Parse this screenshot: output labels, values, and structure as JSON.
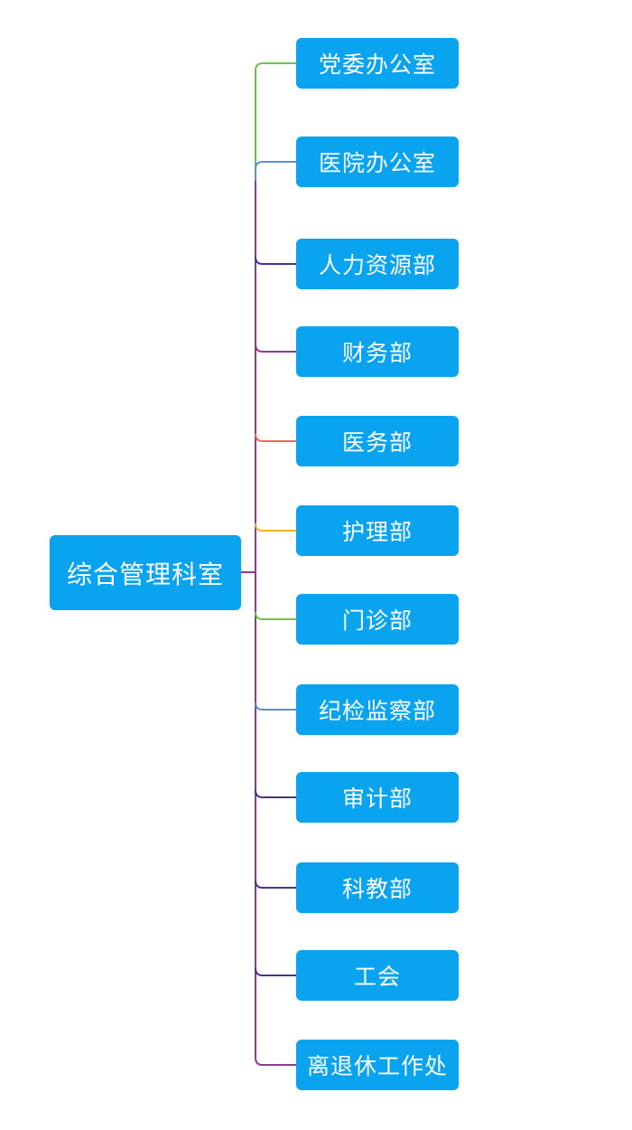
{
  "root": {
    "label": "综合管理科室"
  },
  "children": [
    {
      "label": "党委办公室",
      "line_color": "#6cc24a"
    },
    {
      "label": "医院办公室",
      "line_color": "#5b8fd6"
    },
    {
      "label": "人力资源部",
      "line_color": "#3d3a8c"
    },
    {
      "label": "财务部",
      "line_color": "#8e3b8e"
    },
    {
      "label": "医务部",
      "line_color": "#ef6a5a"
    },
    {
      "label": "护理部",
      "line_color": "#f5b324"
    },
    {
      "label": "门诊部",
      "line_color": "#6cc24a"
    },
    {
      "label": "纪检监察部",
      "line_color": "#5b8fd6"
    },
    {
      "label": "审计部",
      "line_color": "#3d3a8c"
    },
    {
      "label": "科教部",
      "line_color": "#3d3a8c"
    },
    {
      "label": "工会",
      "line_color": "#3d3a8c"
    },
    {
      "label": "离退休工作处",
      "line_color": "#8e3b8e"
    }
  ],
  "colors": {
    "node_fill": "#0aa3ef",
    "node_text": "#ffffff",
    "trunk": "#8e3b8e"
  }
}
